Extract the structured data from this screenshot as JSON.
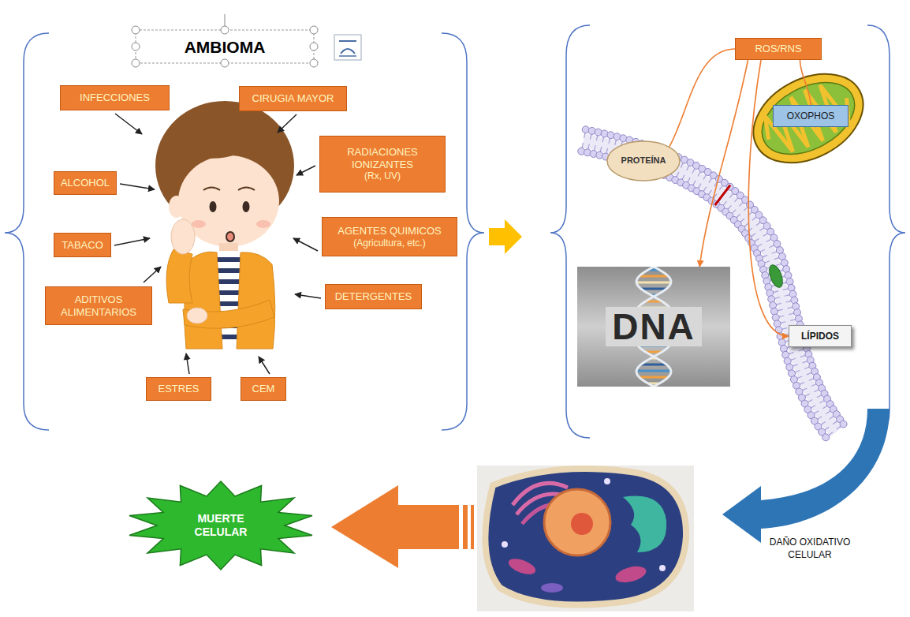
{
  "diagram": {
    "title": "AMBIOMA",
    "nodes": [
      {
        "text": [
          "INFECCIONES"
        ]
      },
      {
        "text": [
          "CIRUGIA MAYOR"
        ]
      },
      {
        "text": [
          "ALCOHOL"
        ]
      },
      {
        "text": [
          "RADIACIONES IONIZANTES",
          "(Rx, UV)"
        ]
      },
      {
        "text": [
          "TABACO"
        ]
      },
      {
        "text": [
          "AGENTES QUIMICOS",
          "(Agricultura, etc.)"
        ]
      },
      {
        "text": [
          "ADITIVOS ALIMENTARIOS"
        ]
      },
      {
        "text": [
          "DETERGENTES"
        ]
      },
      {
        "text": [
          "ESTRES"
        ]
      },
      {
        "text": [
          "CEM"
        ]
      },
      {
        "text": [
          "ROS/RNS"
        ]
      },
      {
        "text": [
          "OXOPHOS"
        ]
      },
      {
        "text": [
          "PROTEÍNA"
        ]
      },
      {
        "text": [
          "DNA"
        ]
      },
      {
        "text": [
          "LÍPIDOS"
        ]
      },
      {
        "text": [
          "MUERTE CELULAR"
        ]
      }
    ],
    "edges": [
      {
        "from": 10,
        "to": 12,
        "arrow": "none"
      },
      {
        "from": 10,
        "to": 11,
        "arrow": "none"
      },
      {
        "from": 10,
        "to": 13,
        "arrow": "to"
      },
      {
        "from": 10,
        "to": 14,
        "arrow": "to"
      }
    ],
    "labels": [
      "DAÑO OXIDATIVO CELULAR"
    ]
  }
}
